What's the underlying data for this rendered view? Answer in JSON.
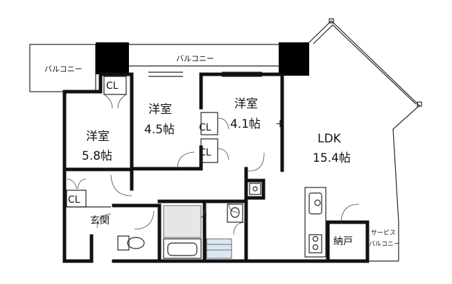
{
  "rooms": {
    "bal_top": "バルコニー",
    "bal_left": "バルコニー",
    "west_name": "洋室",
    "west_size": "5.8帖",
    "mid_name": "洋室",
    "mid_size": "4.5帖",
    "east_name": "洋室",
    "east_size": "4.1帖",
    "ldk_name": "LDK",
    "ldk_size": "15.4帖",
    "entry": "玄関",
    "storage": "納戸",
    "service_bal_1": "サービス",
    "service_bal_2": "バルコニー",
    "cl_1": "CL",
    "cl_2": "CL",
    "cl_3": "CL",
    "cl_4": "CL"
  },
  "colors": {
    "wall": "#111111",
    "column": "#000000",
    "bath_floor": "#e6e6e6",
    "washroom_floor": "#d9e8f4"
  }
}
